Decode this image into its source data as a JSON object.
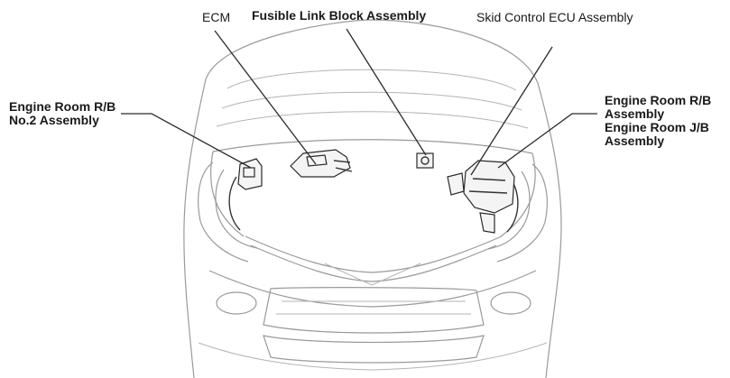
{
  "labels": {
    "ecm": "ECM",
    "fusible_link_block": "Fusible Link Block Assembly",
    "skid_control_ecu": "Skid Control ECU Assembly",
    "engine_room_rb_no2_line1": "Engine Room R/B",
    "engine_room_rb_no2_line2": "No.2 Assembly",
    "engine_room_rb_line1": "Engine Room R/B",
    "engine_room_rb_line2": "Assembly",
    "engine_room_jb_line1": "Engine Room J/B",
    "engine_room_jb_line2": "Assembly"
  },
  "colors": {
    "outline": "#9a9a9a",
    "leader": "#2a2a2a",
    "text": "#1a1a1a"
  }
}
